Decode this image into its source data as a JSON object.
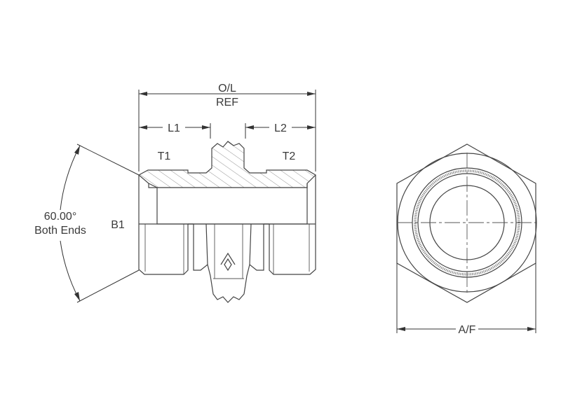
{
  "labels": {
    "overall_length": "O/L",
    "overall_length_ref": "REF",
    "length_1": "L1",
    "length_2": "L2",
    "thread_1": "T1",
    "thread_2": "T2",
    "bore": "B1",
    "angle": "60.00°",
    "angle_note": "Both Ends",
    "across_flats": "A/F"
  }
}
